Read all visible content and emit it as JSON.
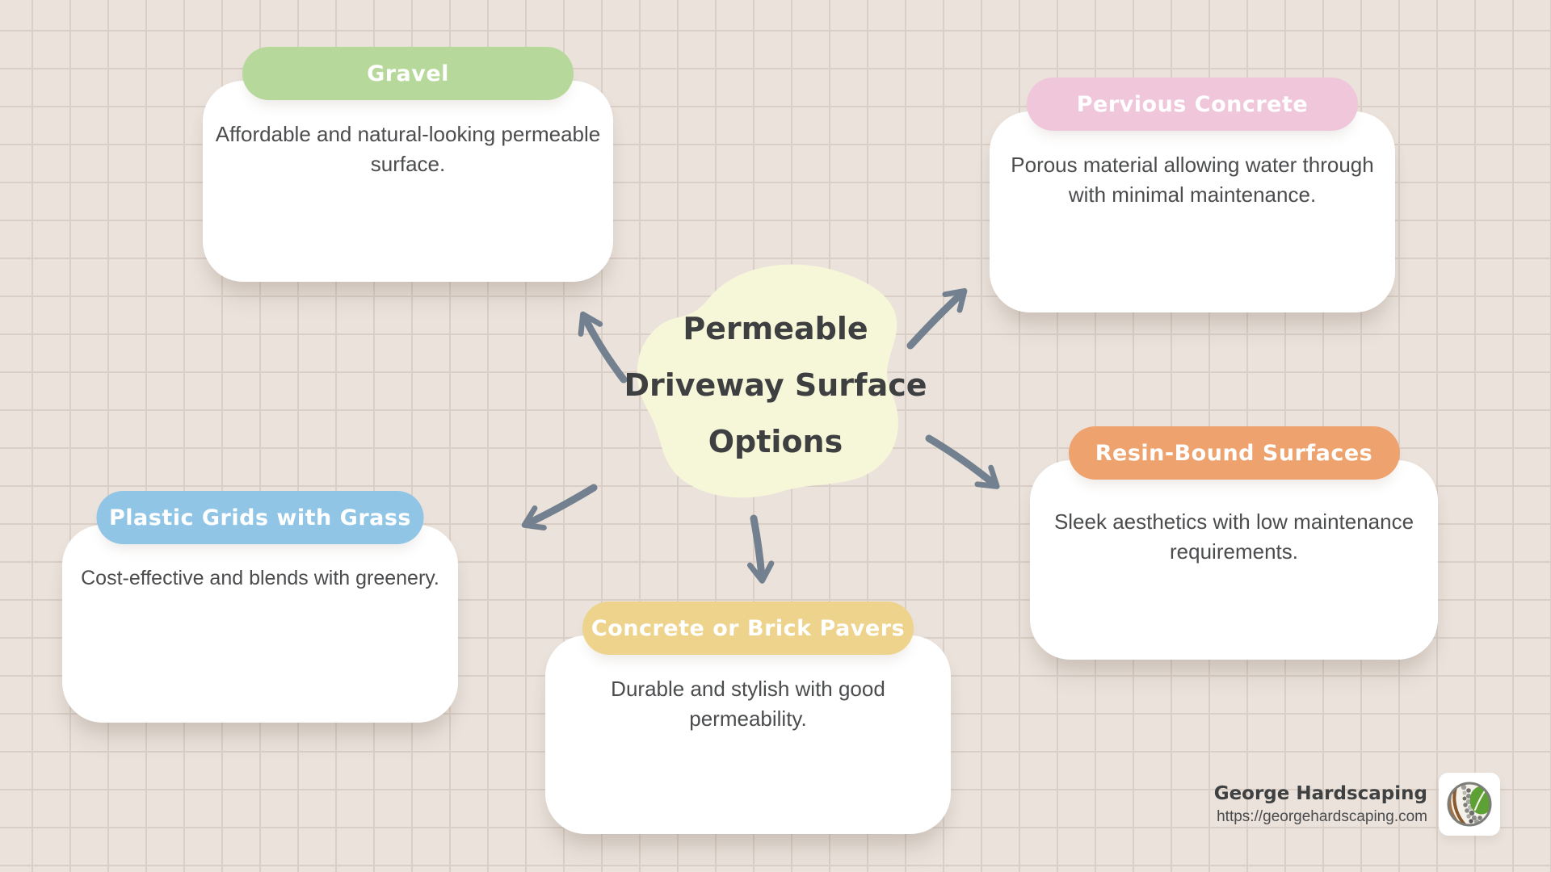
{
  "title_block": {
    "lines": [
      "Permeable",
      "Driveway Surface",
      "Options"
    ]
  },
  "style": {
    "background": "#EAE2DB",
    "grid_line": "#D9CFC7",
    "blob_fill": "#F6F6D8",
    "title_color": "#3E3F41",
    "card_bg": "#FFFFFF",
    "header_text_color": "#FFFFFF",
    "body_text_color": "#4B4C4E",
    "arrow_color": "#72808F"
  },
  "nodes": [
    {
      "id": "gravel",
      "title": "Gravel",
      "header_color": "#B7D89B",
      "lines": [
        "Affordable and natural-looking permeable",
        "surface."
      ]
    },
    {
      "id": "pervious-concrete",
      "title": "Pervious Concrete",
      "header_color": "#EFC6DA",
      "lines": [
        "Porous material allowing water through",
        "with minimal maintenance."
      ]
    },
    {
      "id": "resin-bound-surfaces",
      "title": "Resin-Bound Surfaces",
      "header_color": "#EEA36F",
      "lines": [
        "Sleek aesthetics with low maintenance",
        "requirements."
      ]
    },
    {
      "id": "concrete-or-brick-pavers",
      "title": "Concrete or Brick Pavers",
      "header_color": "#EDD38B",
      "lines": [
        "Durable and stylish with good",
        "permeability."
      ]
    },
    {
      "id": "plastic-grids-with-grass",
      "title": "Plastic Grids with Grass",
      "header_color": "#90C5E6",
      "lines": [
        "Cost-effective and blends with greenery."
      ]
    }
  ],
  "footer": {
    "brand": "George Hardscaping",
    "url": "https://georgehardscaping.com",
    "logo": "hardscape-leaf-gravel-logo"
  }
}
